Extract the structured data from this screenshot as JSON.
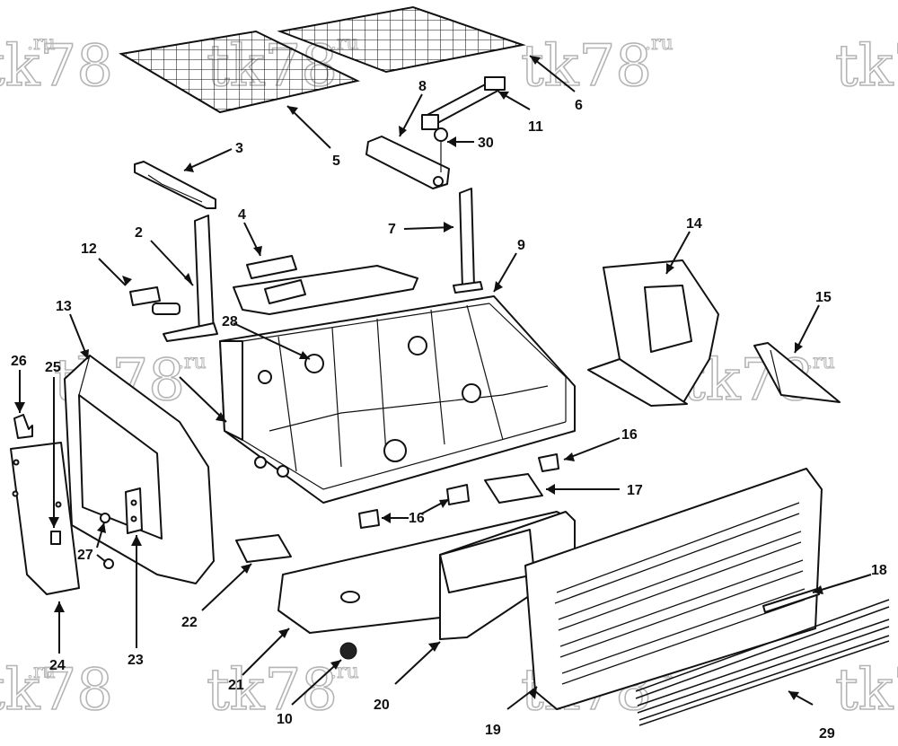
{
  "watermark": {
    "text": "tk78",
    "suffix": ".ru"
  },
  "callouts": [
    {
      "key": "c2",
      "label": "2"
    },
    {
      "key": "c3",
      "label": "3"
    },
    {
      "key": "c4",
      "label": "4"
    },
    {
      "key": "c5",
      "label": "5"
    },
    {
      "key": "c6",
      "label": "6"
    },
    {
      "key": "c7",
      "label": "7"
    },
    {
      "key": "c8",
      "label": "8"
    },
    {
      "key": "c9",
      "label": "9"
    },
    {
      "key": "c10",
      "label": "10"
    },
    {
      "key": "c11",
      "label": "11"
    },
    {
      "key": "c12",
      "label": "12"
    },
    {
      "key": "c13",
      "label": "13"
    },
    {
      "key": "c14",
      "label": "14"
    },
    {
      "key": "c15",
      "label": "15"
    },
    {
      "key": "c16a",
      "label": "16"
    },
    {
      "key": "c16b",
      "label": "16"
    },
    {
      "key": "c17",
      "label": "17"
    },
    {
      "key": "c18",
      "label": "18"
    },
    {
      "key": "c19",
      "label": "19"
    },
    {
      "key": "c20",
      "label": "20"
    },
    {
      "key": "c21",
      "label": "21"
    },
    {
      "key": "c22",
      "label": "22"
    },
    {
      "key": "c23",
      "label": "23"
    },
    {
      "key": "c24",
      "label": "24"
    },
    {
      "key": "c25",
      "label": "25"
    },
    {
      "key": "c26",
      "label": "26"
    },
    {
      "key": "c27",
      "label": "27"
    },
    {
      "key": "c28",
      "label": "28"
    },
    {
      "key": "c29",
      "label": "29"
    },
    {
      "key": "c30",
      "label": "30"
    }
  ]
}
